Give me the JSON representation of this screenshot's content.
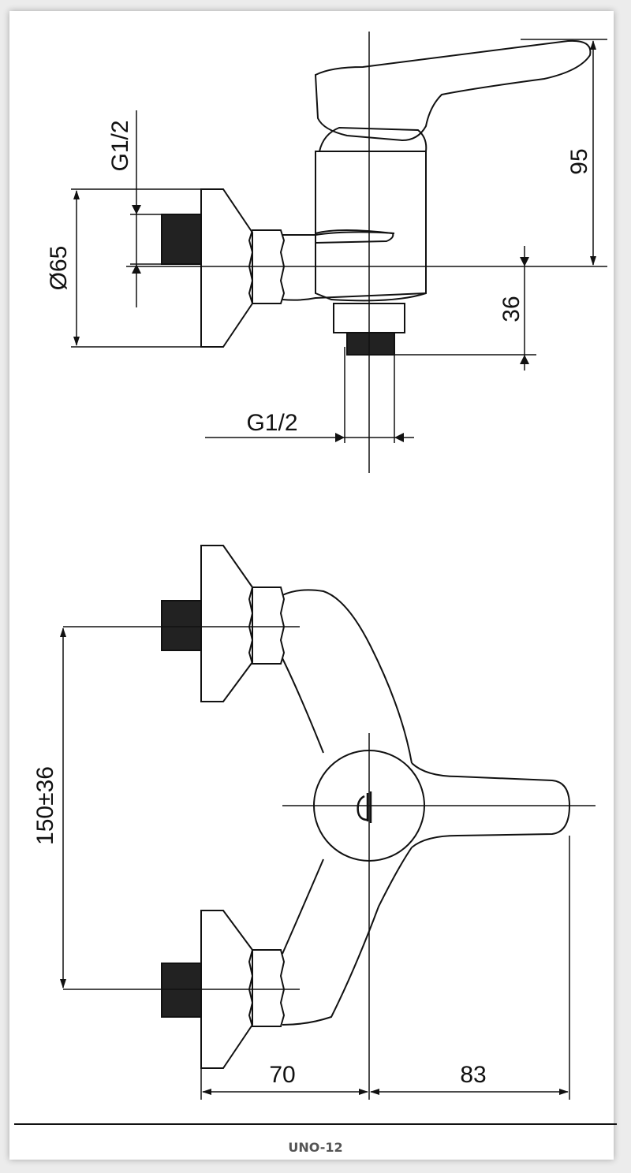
{
  "drawing": {
    "dimensions": {
      "inlet_thread": "G1/2",
      "flange_diameter": "Ø65",
      "height_top": "95",
      "outlet_offset": "36",
      "outlet_thread": "G1/2",
      "inlet_spacing": "150±36",
      "depth_body": "70",
      "handle_reach": "83"
    },
    "model": "UNO-12"
  }
}
